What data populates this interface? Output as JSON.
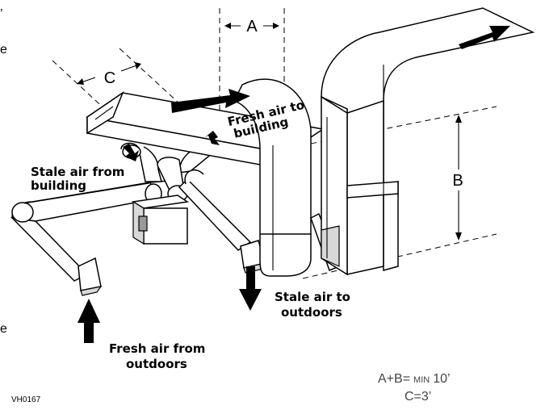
{
  "margin_fragments": [
    "’",
    "e",
    "e"
  ],
  "labels": {
    "stale_from_line1": "Stale air from",
    "stale_from_line2": "building",
    "fresh_to_line1": "Fresh air to",
    "fresh_to_line2": "building",
    "stale_to_line1": "Stale air to",
    "stale_to_line2": "outdoors",
    "fresh_from_line1": "Fresh air from",
    "fresh_from_line2": "outdoors"
  },
  "dimensions": {
    "a": "A",
    "b": "B",
    "c": "C"
  },
  "formula": {
    "prefix": "A+B=",
    "min": "MIN",
    "value": "10’",
    "line2": "C=3’"
  },
  "figure_id": "VH0167",
  "colors": {
    "stroke": "#000000",
    "shade": "#d8d8d8",
    "background": "#ffffff"
  }
}
